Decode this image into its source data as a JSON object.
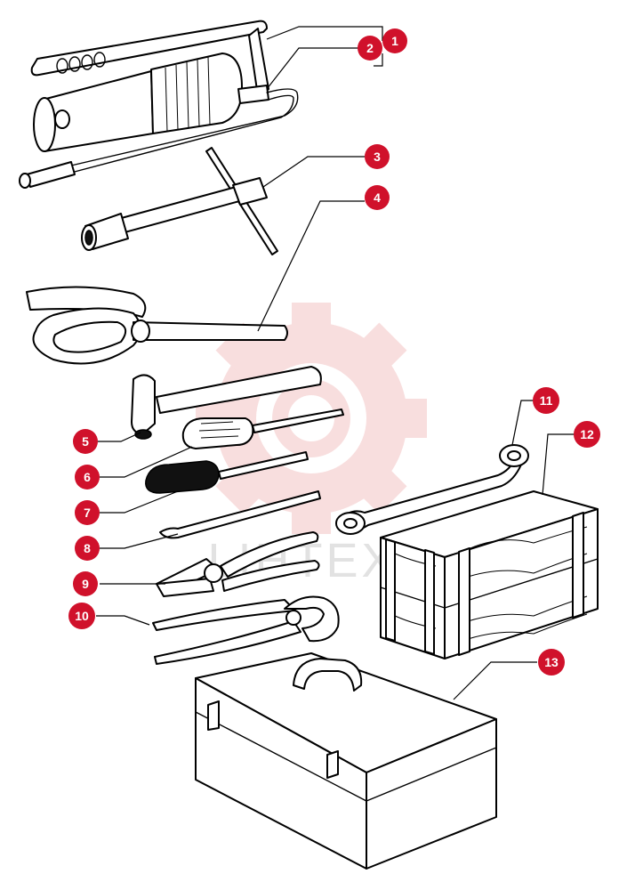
{
  "diagram": {
    "callout_color": "#d0112b",
    "watermark_color": "#f4c4c4",
    "callouts": [
      {
        "label": "1"
      },
      {
        "label": "2"
      },
      {
        "label": "3"
      },
      {
        "label": "4"
      },
      {
        "label": "5"
      },
      {
        "label": "6"
      },
      {
        "label": "7"
      },
      {
        "label": "8"
      },
      {
        "label": "9"
      },
      {
        "label": "10"
      },
      {
        "label": "11"
      },
      {
        "label": "12"
      },
      {
        "label": "13"
      }
    ],
    "watermark_text": "LIHTEX"
  }
}
